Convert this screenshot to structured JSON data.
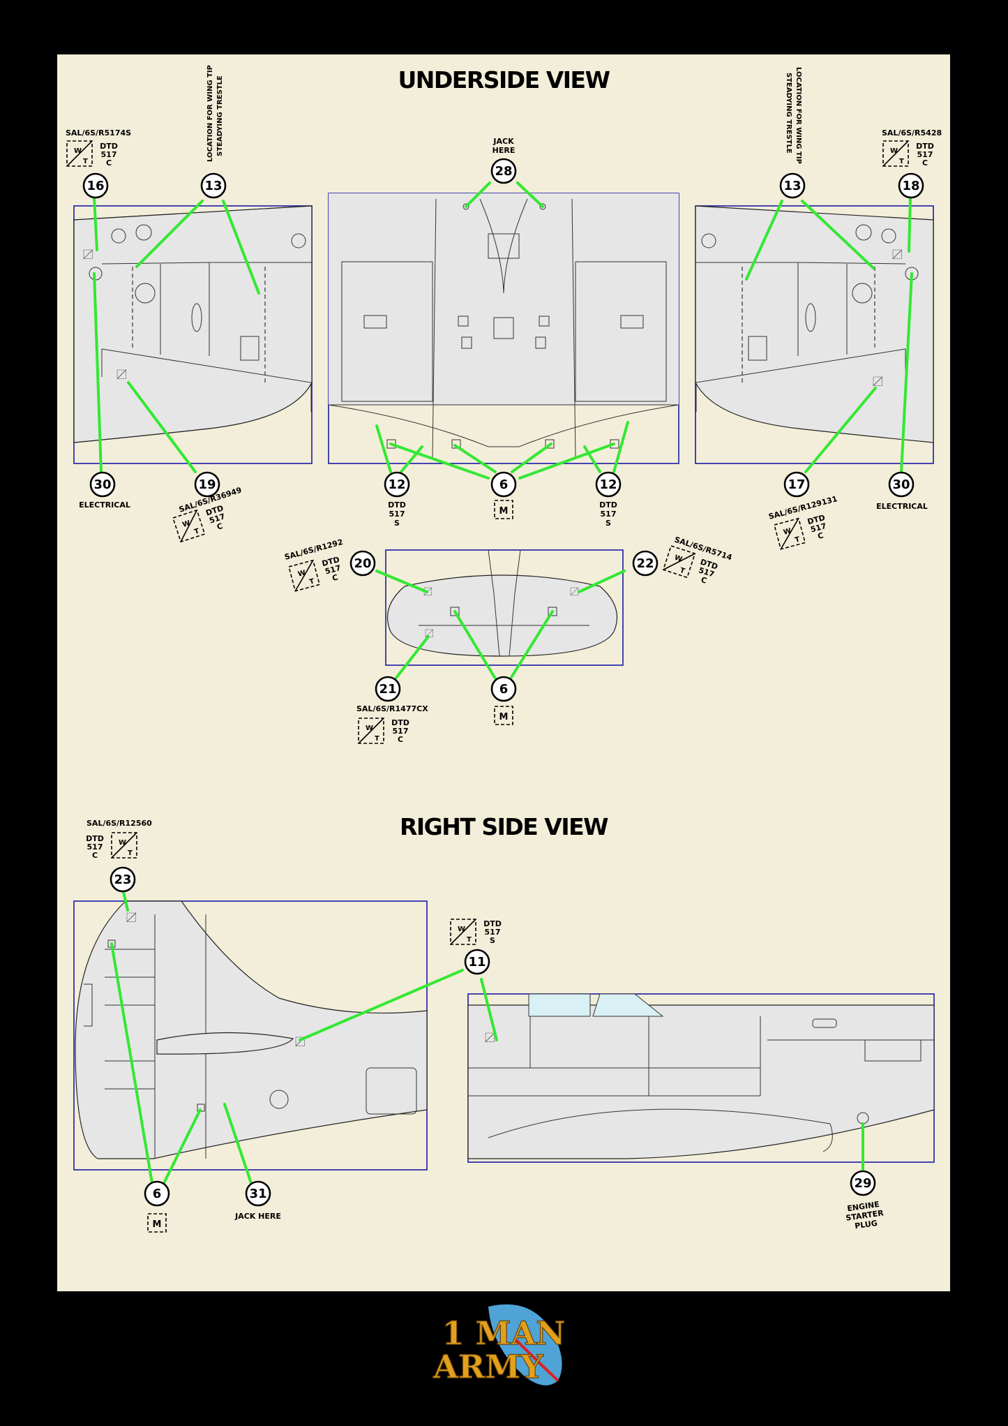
{
  "titles": {
    "underside": "UNDERSIDE VIEW",
    "right_side": "RIGHT SIDE VIEW"
  },
  "callouts": {
    "c16": "16",
    "c13a": "13",
    "c28": "28",
    "c13b": "13",
    "c18": "18",
    "c30a": "30",
    "c19": "19",
    "c12a": "12",
    "c6a": "6",
    "c12b": "12",
    "c17": "17",
    "c30b": "30",
    "c20": "20",
    "c22": "22",
    "c21": "21",
    "c6b": "6",
    "c23": "23",
    "c11": "11",
    "c6c": "6",
    "c31": "31",
    "c29": "29"
  },
  "labels": {
    "sal_16": "SAL/6S/R5174S",
    "sal_18": "SAL/6S/R5428",
    "sal_19": "SAL/6S/R36949",
    "sal_17": "SAL/6S/R129131",
    "sal_20": "SAL/6S/R1292",
    "sal_22": "SAL/6S/R5714",
    "sal_21": "SAL/6S/R1477CX",
    "sal_23": "SAL/6S/R12560",
    "trestle_line1": "LOCATION FOR WING TIP",
    "trestle_line2": "STEADYING TRESTLE",
    "jack_line1": "JACK",
    "jack_line2": "HERE",
    "electrical": "ELECTRICAL",
    "jack_here": "JACK  HERE",
    "engine_1": "ENGINE",
    "engine_2": "STARTER",
    "engine_3": "PLUG",
    "dtd": "DTD",
    "n517": "517",
    "c": "C",
    "s": "S",
    "w": "W",
    "t": "T",
    "m": "M"
  },
  "logo": {
    "line1": "1 MAN",
    "line2": "ARMY"
  },
  "colors": {
    "background": "#000000",
    "sheet": "#f3eed9",
    "leader_line": "#33e833",
    "frame": "#1a1aa6",
    "panel": "#e6e6e6"
  }
}
